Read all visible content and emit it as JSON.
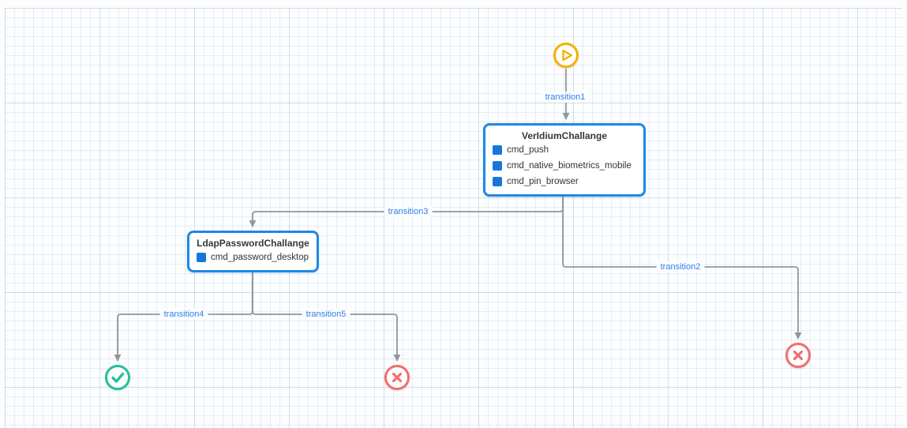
{
  "canvas": {
    "colors": {
      "node_border": "#1e88e5",
      "command_icon": "#1677d9",
      "transition_label": "#2f80ed",
      "edge": "#8f979c",
      "start": "#f2b200",
      "success": "#21c19e",
      "failure": "#f26d6d"
    }
  },
  "nodes": {
    "start": {
      "kind": "start"
    },
    "veridium": {
      "title": "VerIdiumChallange",
      "commands": [
        "cmd_push",
        "cmd_native_biometrics_mobile",
        "cmd_pin_browser"
      ]
    },
    "ldap": {
      "title": "LdapPasswordChallange",
      "commands": [
        "cmd_password_desktop"
      ]
    },
    "success_end": {
      "kind": "success"
    },
    "failure_end_left": {
      "kind": "failure"
    },
    "failure_end_right": {
      "kind": "failure"
    }
  },
  "transitions": {
    "t1": {
      "label": "transition1"
    },
    "t2": {
      "label": "transition2"
    },
    "t3": {
      "label": "transition3"
    },
    "t4": {
      "label": "transition4"
    },
    "t5": {
      "label": "transition5"
    }
  }
}
